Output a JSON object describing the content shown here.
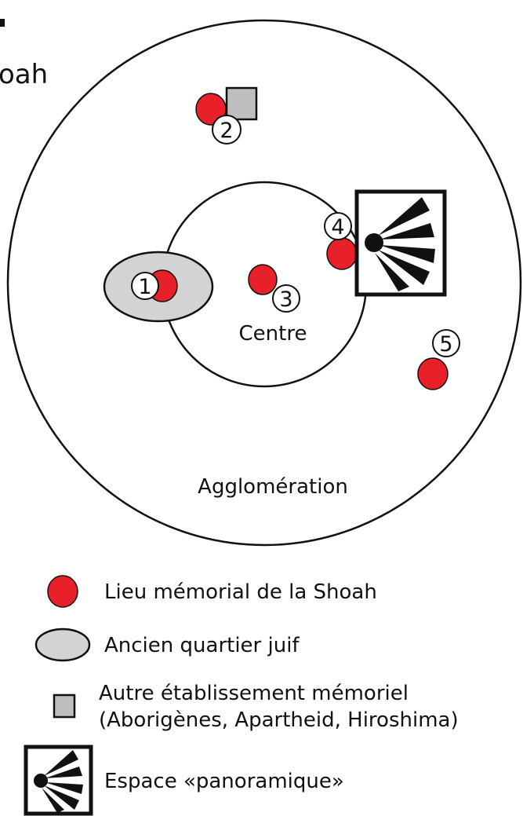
{
  "header": {
    "title_fragment": "oah"
  },
  "zones": {
    "center_label": "Centre",
    "agglomeration_label": "Agglomération"
  },
  "markers": {
    "m1": "1",
    "m2": "2",
    "m3": "3",
    "m4": "4",
    "m5": "5"
  },
  "legend": {
    "items": [
      {
        "label": "Lieu mémorial de la Shoah",
        "icon": "red-dot-icon"
      },
      {
        "label": "Ancien quartier juif",
        "icon": "gray-ellipse-icon"
      },
      {
        "label_line1": "Autre établissement mémoriel",
        "label_line2": "(Aborigènes, Apartheid, Hiroshima)",
        "icon": "gray-square-icon"
      },
      {
        "label": "Espace «panoramique»",
        "icon": "panorama-icon"
      }
    ]
  },
  "colors": {
    "memorial_red": "#e8202a",
    "quarter_gray": "#d1d3d4",
    "square_gray": "#bcbec0",
    "stroke": "#111111"
  }
}
